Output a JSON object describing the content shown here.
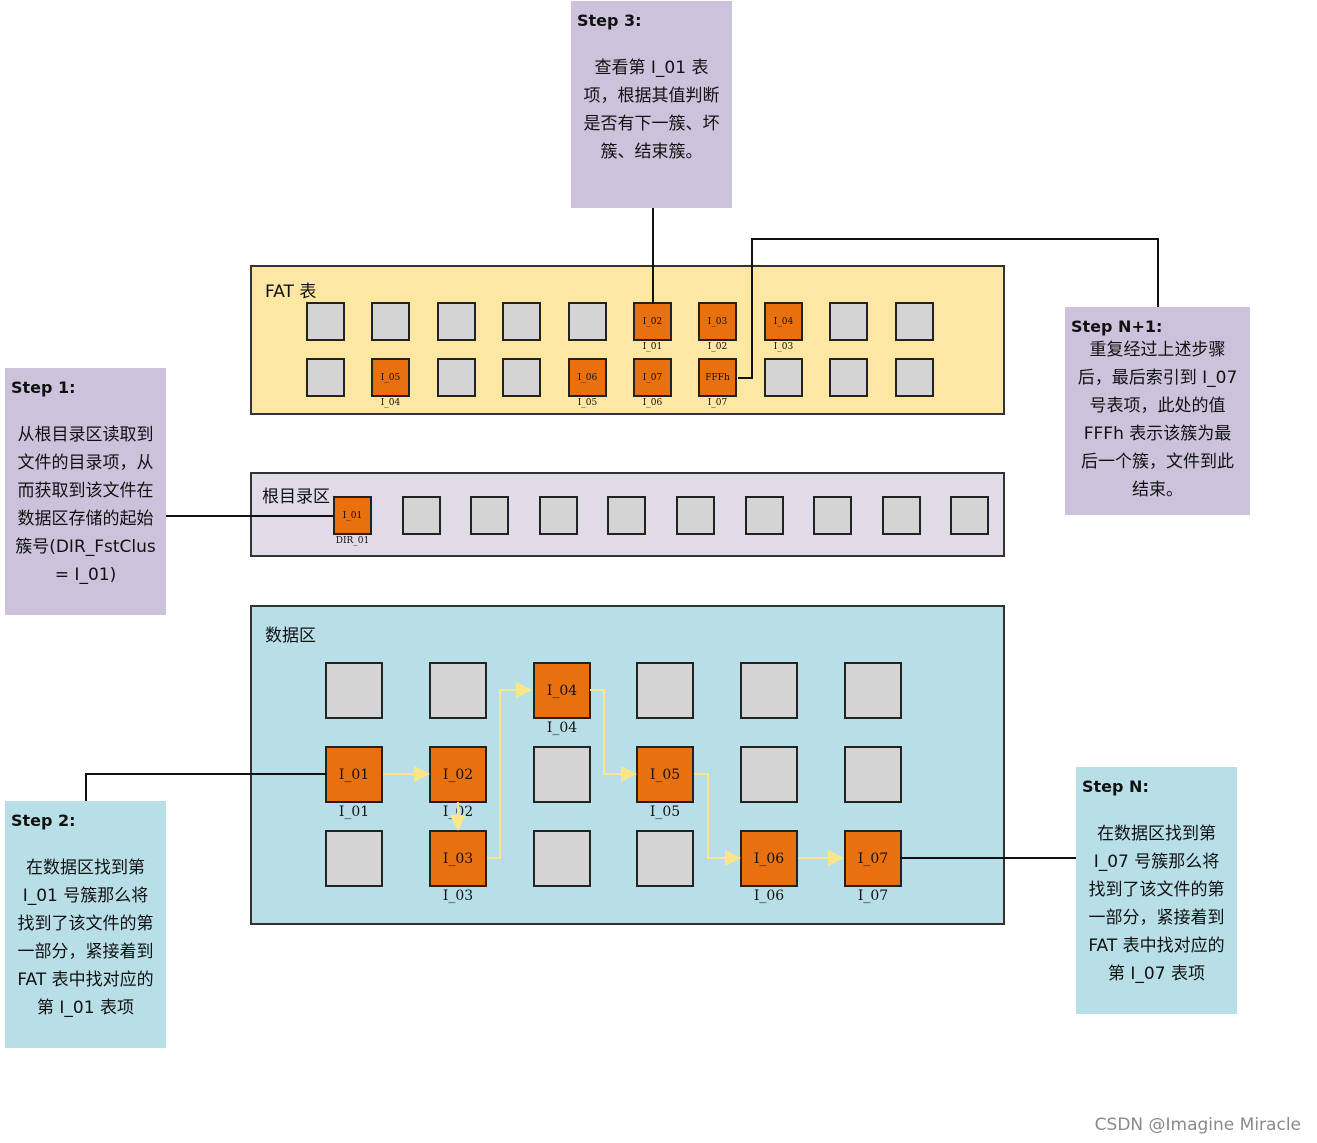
{
  "fat": {
    "label": "FAT 表",
    "row1": [
      {
        "text": "",
        "cap": "",
        "on": false
      },
      {
        "text": "",
        "cap": "",
        "on": false
      },
      {
        "text": "",
        "cap": "",
        "on": false
      },
      {
        "text": "",
        "cap": "",
        "on": false
      },
      {
        "text": "",
        "cap": "",
        "on": false
      },
      {
        "text": "I_02",
        "cap": "I_01",
        "on": true
      },
      {
        "text": "I_03",
        "cap": "I_02",
        "on": true
      },
      {
        "text": "I_04",
        "cap": "I_03",
        "on": true
      },
      {
        "text": "",
        "cap": "",
        "on": false
      },
      {
        "text": "",
        "cap": "",
        "on": false
      }
    ],
    "row2": [
      {
        "text": "",
        "cap": "",
        "on": false
      },
      {
        "text": "I_05",
        "cap": "I_04",
        "on": true
      },
      {
        "text": "",
        "cap": "",
        "on": false
      },
      {
        "text": "",
        "cap": "",
        "on": false
      },
      {
        "text": "I_06",
        "cap": "I_05",
        "on": true
      },
      {
        "text": "I_07",
        "cap": "I_06",
        "on": true
      },
      {
        "text": "FFFh",
        "cap": "I_07",
        "on": true
      },
      {
        "text": "",
        "cap": "",
        "on": false
      },
      {
        "text": "",
        "cap": "",
        "on": false
      },
      {
        "text": "",
        "cap": "",
        "on": false
      }
    ]
  },
  "root": {
    "label": "根目录区",
    "cells": [
      {
        "text": "I_01",
        "cap": "DIR_01",
        "on": true
      },
      {
        "text": "",
        "cap": "",
        "on": false
      },
      {
        "text": "",
        "cap": "",
        "on": false
      },
      {
        "text": "",
        "cap": "",
        "on": false
      },
      {
        "text": "",
        "cap": "",
        "on": false
      },
      {
        "text": "",
        "cap": "",
        "on": false
      },
      {
        "text": "",
        "cap": "",
        "on": false
      },
      {
        "text": "",
        "cap": "",
        "on": false
      },
      {
        "text": "",
        "cap": "",
        "on": false
      },
      {
        "text": "",
        "cap": "",
        "on": false
      }
    ]
  },
  "data_area": {
    "label": "数据区",
    "rows": [
      [
        {
          "text": "",
          "cap": "",
          "on": false
        },
        {
          "text": "",
          "cap": "",
          "on": false
        },
        {
          "text": "I_04",
          "cap": "I_04",
          "on": true
        },
        {
          "text": "",
          "cap": "",
          "on": false
        },
        {
          "text": "",
          "cap": "",
          "on": false
        },
        {
          "text": "",
          "cap": "",
          "on": false
        }
      ],
      [
        {
          "text": "I_01",
          "cap": "I_01",
          "on": true
        },
        {
          "text": "I_02",
          "cap": "I_02",
          "on": true
        },
        {
          "text": "",
          "cap": "",
          "on": false
        },
        {
          "text": "I_05",
          "cap": "I_05",
          "on": true
        },
        {
          "text": "",
          "cap": "",
          "on": false
        },
        {
          "text": "",
          "cap": "",
          "on": false
        }
      ],
      [
        {
          "text": "",
          "cap": "",
          "on": false
        },
        {
          "text": "I_03",
          "cap": "I_03",
          "on": true
        },
        {
          "text": "",
          "cap": "",
          "on": false
        },
        {
          "text": "",
          "cap": "",
          "on": false
        },
        {
          "text": "I_06",
          "cap": "I_06",
          "on": true
        },
        {
          "text": "I_07",
          "cap": "I_07",
          "on": true
        }
      ]
    ]
  },
  "steps": {
    "step1": {
      "title": "Step 1:",
      "lines": [
        "从根目录区读取到",
        "文件的目录项，从",
        "而获取到该文件在",
        "数据区存储的起始",
        "簇号(DIR_FstClus",
        "= I_01)"
      ]
    },
    "step2": {
      "title": "Step 2:",
      "lines": [
        "在数据区找到第",
        "I_01 号簇那么将",
        "找到了该文件的第",
        "一部分，紧接着到",
        "FAT 表中找对应的",
        "第 I_01 表项"
      ]
    },
    "step3": {
      "title": "Step 3:",
      "lines": [
        "查看第 I_01 表",
        "项，根据其值判断",
        "是否有下一簇、坏",
        "簇、结束簇。"
      ]
    },
    "stepN": {
      "title": "Step N:",
      "lines": [
        "在数据区找到第",
        "I_07 号簇那么将",
        "找到了该文件的第",
        "一部分，紧接着到",
        "FAT 表中找对应的",
        "第 I_07 表项"
      ]
    },
    "stepN1": {
      "title": "Step N+1:",
      "lines": [
        "重复经过上述步骤",
        "后，最后索引到 I_07",
        "号表项，此处的值",
        "FFFh 表示该簇为最",
        "后一个簇，文件到此",
        "结束。"
      ]
    }
  },
  "colors": {
    "orange": "#e8700f",
    "gray": "#d4d4d4",
    "flow_arrow": "#fde68a",
    "fat_bg": "#fde7a2",
    "root_bg": "#e1dbe8",
    "data_bg": "#b8dfe8",
    "purple_note": "#ccc2db"
  },
  "watermark": "CSDN @Imagine Miracle"
}
